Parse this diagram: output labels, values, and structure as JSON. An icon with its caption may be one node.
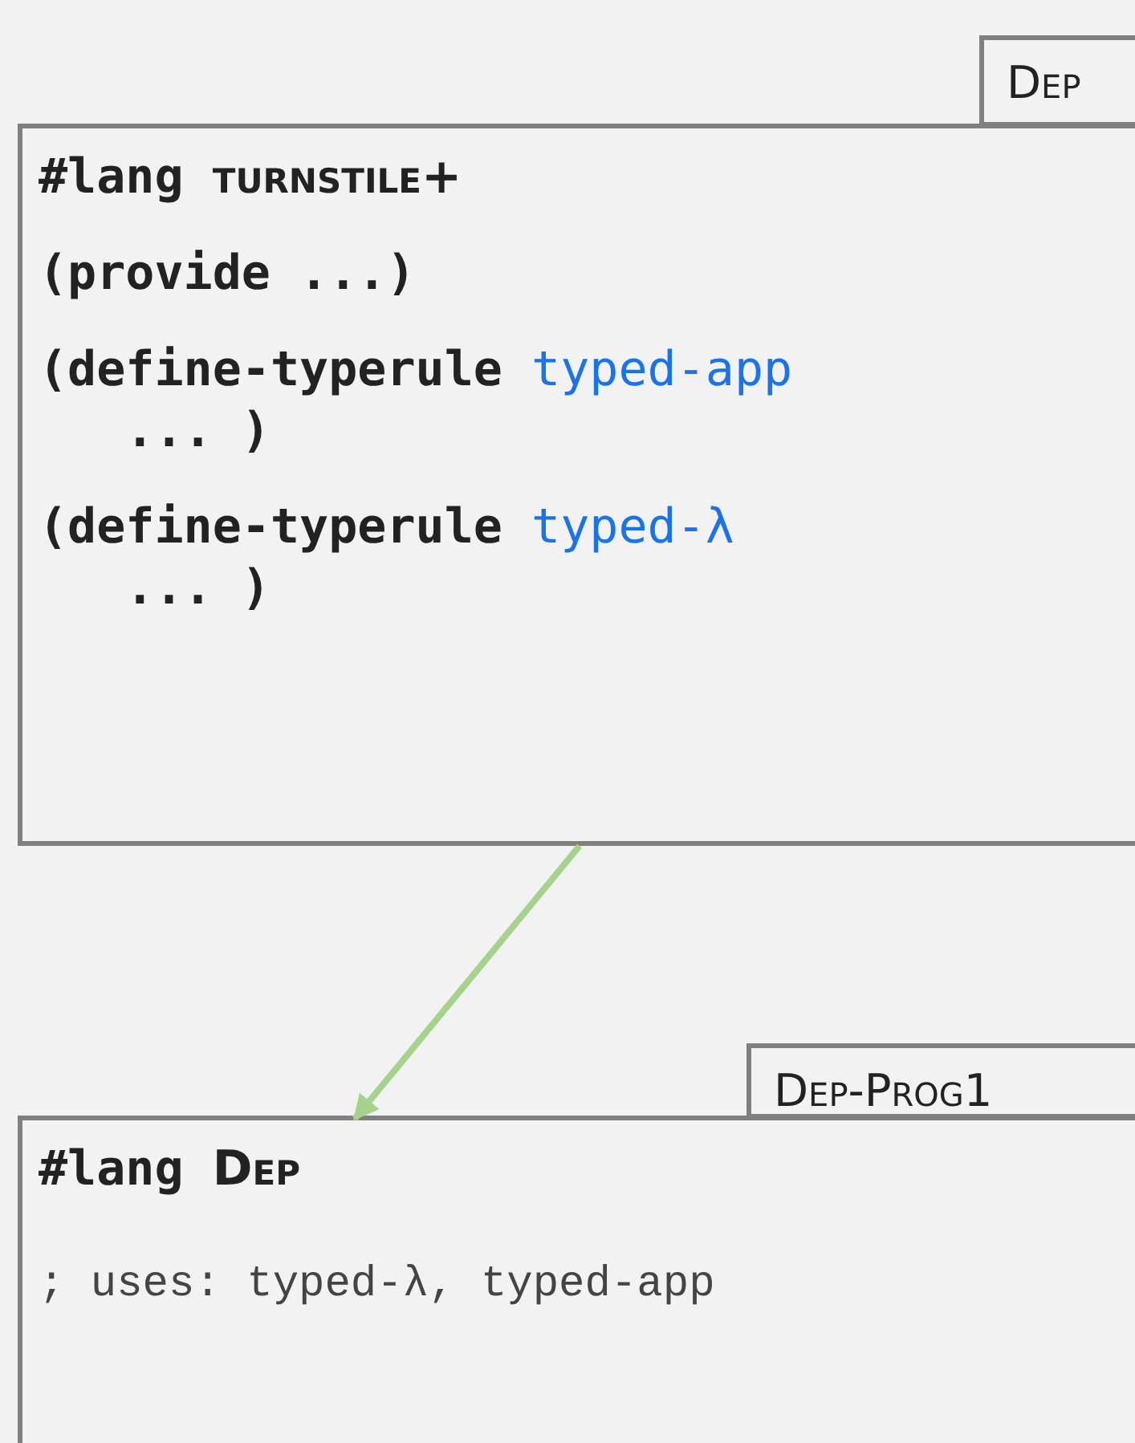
{
  "diagram": {
    "nodes": [
      {
        "text": [
          "Dep"
        ]
      },
      {
        "text": [
          "#lang turnstile+",
          "(provide ...)",
          "(define-typerule typed-app ... )",
          "(define-typerule typed-λ ... )"
        ]
      },
      {
        "text": [
          "Dep-Prog1"
        ]
      },
      {
        "text": [
          "#lang Dep",
          "; uses: typed-λ, typed-app"
        ]
      }
    ],
    "edges": [
      {
        "from": 1,
        "to": 3,
        "arrow": "to",
        "color": "#a6d38c"
      }
    ]
  }
}
